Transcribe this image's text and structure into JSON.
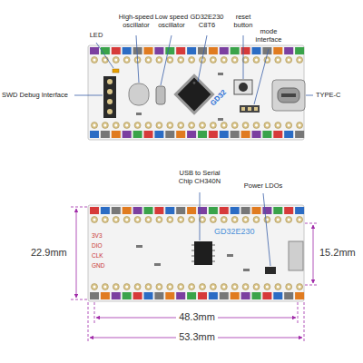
{
  "diagram": {
    "labels": [
      "LED",
      "High-speed oscillator",
      "Low speed oscillator",
      "GD32E230 C8T6",
      "reset button",
      "mode interface",
      "SWD Debug Interface",
      "TYPE-C",
      "GD32",
      "USB to Serial Chip CH340N",
      "Power LDOs",
      "GD32E230",
      "22.9mm",
      "15.2mm",
      "48.3mm",
      "53.3mm",
      "3V3",
      "DIO",
      "CLK",
      "GND"
    ]
  }
}
